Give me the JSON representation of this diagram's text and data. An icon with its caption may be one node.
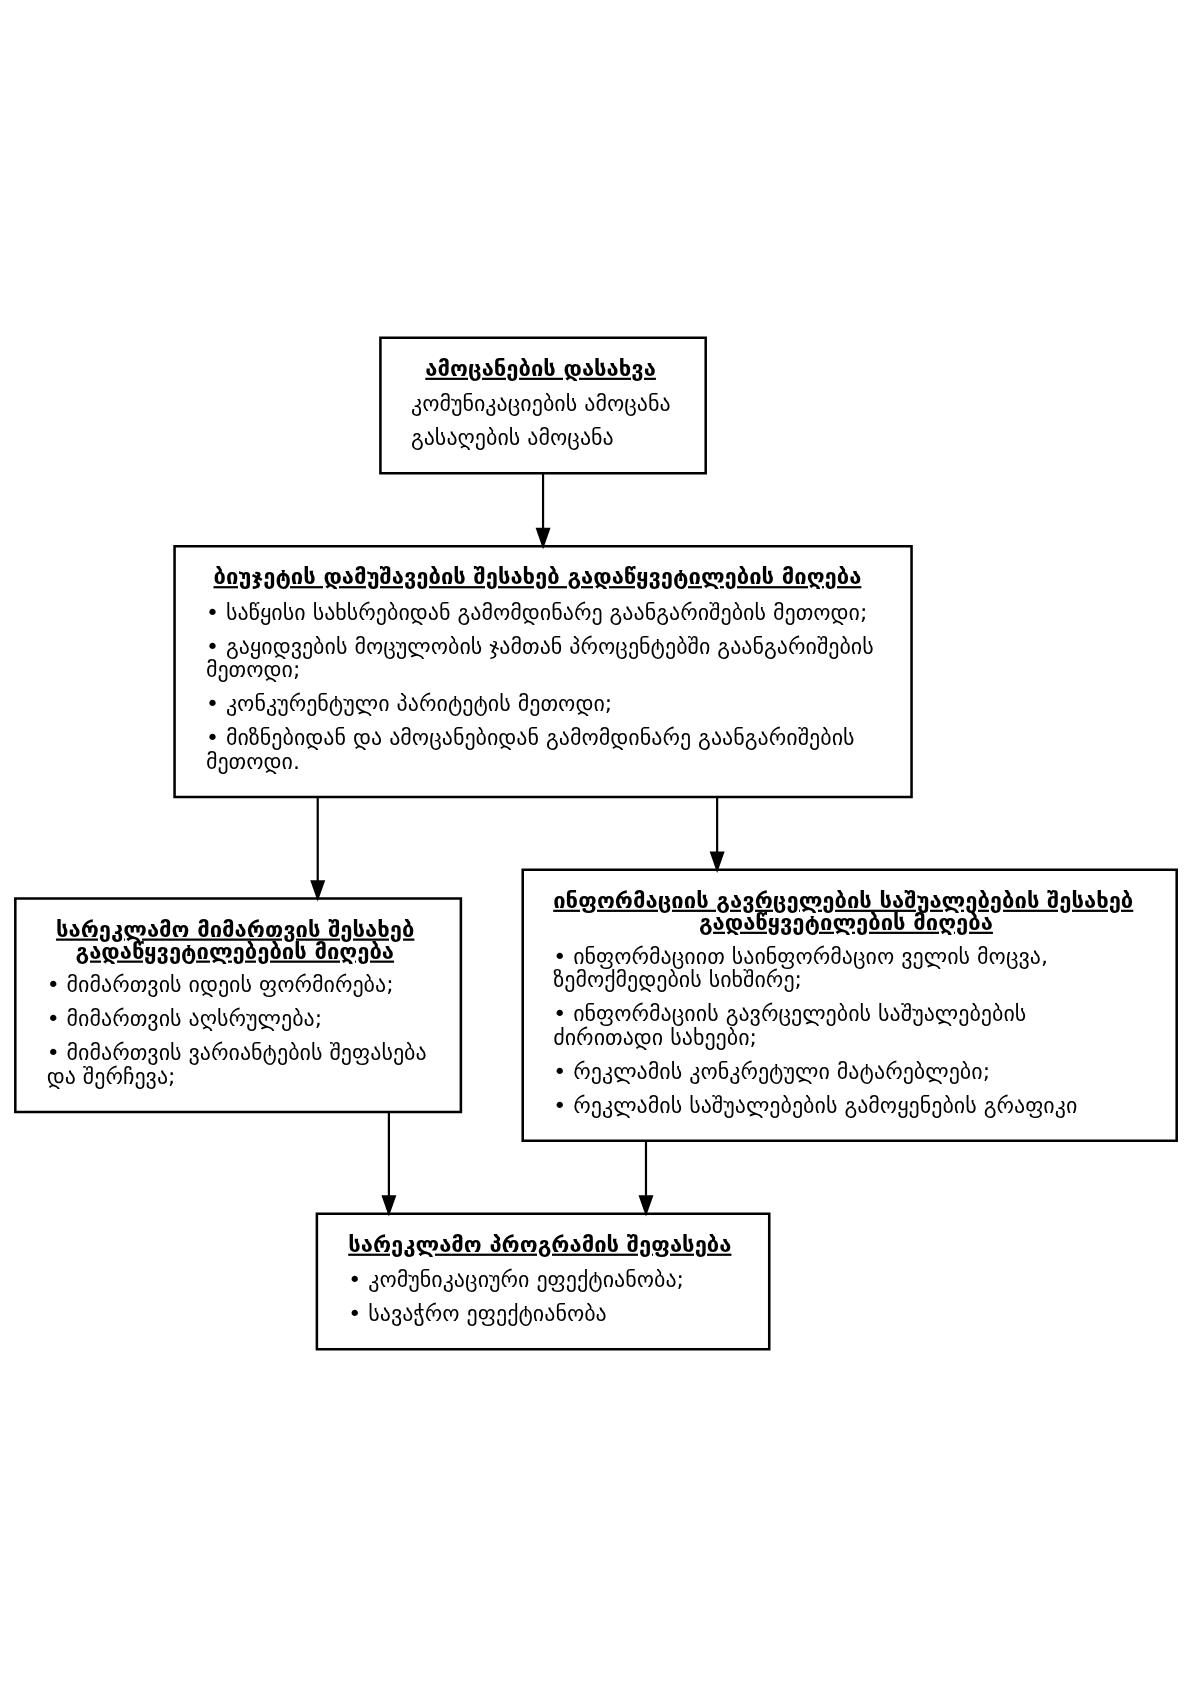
{
  "diagram": {
    "nodes": [
      {
        "text": [
          "ამოცანების დასახვა",
          "კომუნიკაციების ამოცანა",
          "გასაღების ამოცანა"
        ]
      },
      {
        "text": [
          "ბიუჯეტის დამუშავების შესახებ გადაწყვეტილების მიღება",
          "• საწყისი სახსრებიდან გამომდინარე გაანგარიშების მეთოდი;",
          "• გაყიდვების მოცულობის ჯამთან პროცენტებში გაანგარიშების მეთოდი;",
          "• კონკურენტული პარიტეტის მეთოდი;",
          "• მიზნებიდან და ამოცანებიდან გამომდინარე გაანგარიშების მეთოდი."
        ]
      },
      {
        "text": [
          "სარეკლამო მიმართვის შესახებ გადაწყვეტილებების მიღება",
          "• მიმართვის იდეის ფორმირება;",
          "• მიმართვის აღსრულება;",
          "• მიმართვის ვარიანტების შეფასება და შერჩევა;"
        ]
      },
      {
        "text": [
          "ინფორმაციის გავრცელების საშუალებების შესახებ გადაწყვეტილების მიღება",
          "• ინფორმაციით საინფორმაციო ველის მოცვა, ზემოქმედების სიხშირე;",
          "• ინფორმაციის გავრცელების საშუალებების ძირითადი სახეები;",
          "• რეკლამის კონკრეტული მატარებლები;",
          "• რეკლამის საშუალებების გამოყენების გრაფიკი"
        ]
      },
      {
        "text": [
          "სარეკლამო პროგრამის შეფასება",
          "• კომუნიკაციური ეფექტიანობა;",
          "• სავაჭრო ეფექტიანობა"
        ]
      }
    ],
    "edges": [
      {
        "from": 0,
        "to": 1,
        "arrow": "to"
      },
      {
        "from": 1,
        "to": 2,
        "arrow": "to"
      },
      {
        "from": 1,
        "to": 3,
        "arrow": "to"
      },
      {
        "from": 2,
        "to": 4,
        "arrow": "to"
      },
      {
        "from": 3,
        "to": 4,
        "arrow": "to"
      }
    ]
  }
}
